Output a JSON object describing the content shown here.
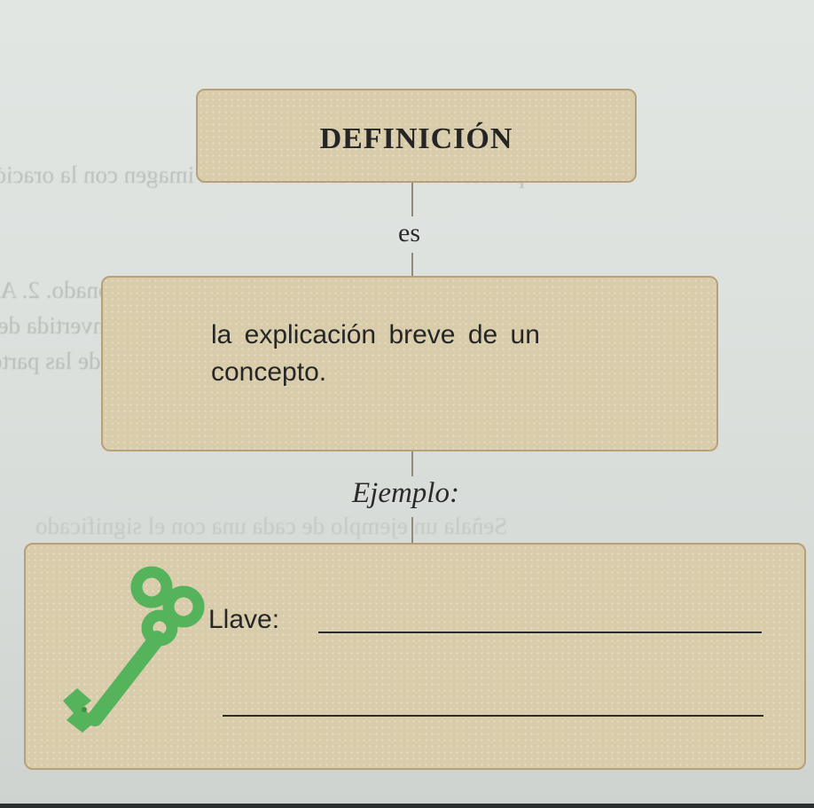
{
  "card": {
    "title": "DEFINICIÓN",
    "connector_word": "es",
    "definition_text": "la explicación breve de un concepto.",
    "example_label": "Ejemplo:",
    "example": {
      "icon": "key-icon",
      "field_label": "Llave:"
    }
  },
  "colors": {
    "box_fill": "#d8ccaa",
    "box_border": "#b8a07a",
    "key_green": "#55b35c",
    "text": "#262626"
  }
}
